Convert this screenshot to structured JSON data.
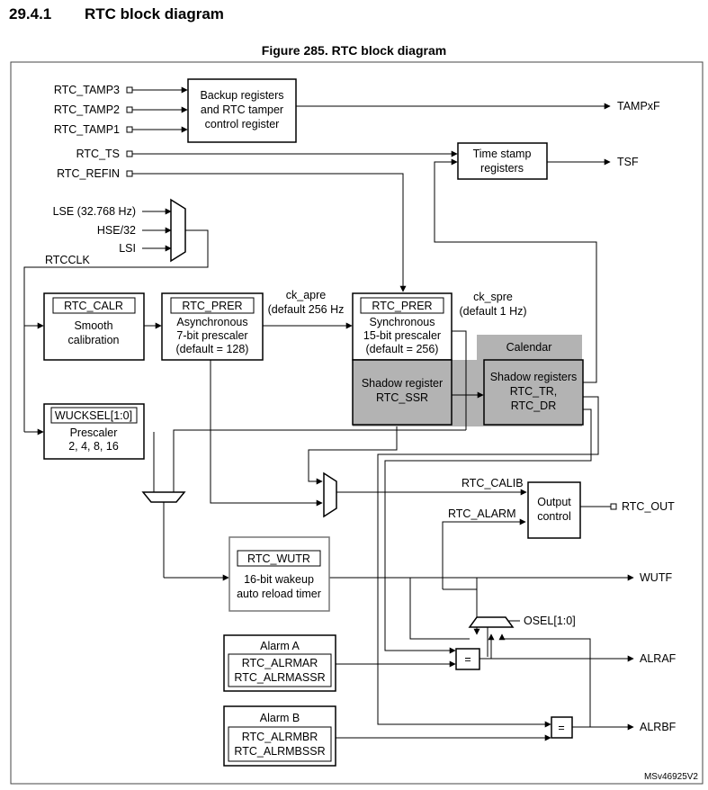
{
  "section": {
    "number": "29.4.1",
    "title": "RTC block diagram"
  },
  "figure": {
    "caption": "Figure 285. RTC block diagram",
    "ref": "MSv46925V2"
  },
  "inputs": {
    "tamp3": "RTC_TAMP3",
    "tamp2": "RTC_TAMP2",
    "tamp1": "RTC_TAMP1",
    "ts": "RTC_TS",
    "refin": "RTC_REFIN",
    "lse": "LSE (32.768 Hz)",
    "hse": "HSE/32",
    "lsi": "LSI",
    "rtcclk": "RTCCLK"
  },
  "blocks": {
    "backup": [
      "Backup registers",
      "and RTC tamper",
      "control register"
    ],
    "timestamp": [
      "Time stamp",
      "registers"
    ],
    "calr": {
      "reg": "RTC_CALR",
      "lines": [
        "Smooth",
        "calibration"
      ]
    },
    "async": {
      "reg": "RTC_PRER",
      "lines": [
        "Asynchronous",
        "7-bit prescaler",
        "(default = 128)"
      ]
    },
    "sync": {
      "reg": "RTC_PRER",
      "lines": [
        "Synchronous",
        "15-bit prescaler",
        "(default = 256)"
      ]
    },
    "ssr": [
      "Shadow register",
      "RTC_SSR"
    ],
    "calendar": {
      "title": "Calendar",
      "lines": [
        "Shadow registers",
        "RTC_TR,",
        "RTC_DR"
      ]
    },
    "wucksel": {
      "reg": "WUCKSEL[1:0]",
      "lines": [
        "Prescaler",
        "2, 4, 8, 16"
      ]
    },
    "wutr": {
      "reg": "RTC_WUTR",
      "lines": [
        "16-bit wakeup",
        "auto reload timer"
      ]
    },
    "output": [
      "Output",
      "control"
    ],
    "alarm_a": {
      "title": "Alarm A",
      "regs": [
        "RTC_ALRMAR",
        "RTC_ALRMASSR"
      ]
    },
    "alarm_b": {
      "title": "Alarm B",
      "regs": [
        "RTC_ALRMBR",
        "RTC_ALRMBSSR"
      ]
    },
    "comparator_a": "=",
    "comparator_b": "="
  },
  "signals": {
    "ck_apre": [
      "ck_apre",
      "(default 256 Hz"
    ],
    "ck_spre": [
      "ck_spre",
      "(default 1 Hz)"
    ],
    "rtc_calib": "RTC_CALIB",
    "rtc_alarm": "RTC_ALARM",
    "osel": "OSEL[1:0]"
  },
  "outputs": {
    "tampxf": "TAMPxF",
    "tsf": "TSF",
    "rtc_out": "RTC_OUT",
    "wutf": "WUTF",
    "alraf": "ALRAF",
    "alrbf": "ALRBF"
  },
  "colors": {
    "shade": "#b3b3b3",
    "line": "#000000"
  }
}
